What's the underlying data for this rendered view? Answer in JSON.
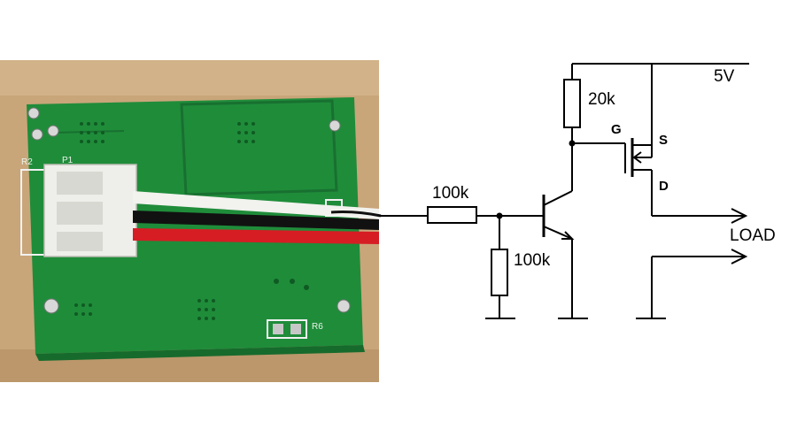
{
  "photo": {
    "silkscreen": {
      "r2": "R2",
      "p1": "P1",
      "r6": "R6"
    },
    "colors": {
      "board": "#1f8c3a",
      "board_dark": "#187030",
      "wood": "#c9a57a",
      "wire_white": "#f2f2ee",
      "wire_black": "#111111",
      "wire_red": "#d61d24"
    }
  },
  "schematic": {
    "supply_label": "5V",
    "r_base_label": "100k",
    "r_pulldown_label": "100k",
    "r_gate_label": "20k",
    "mosfet": {
      "gate": "G",
      "source": "S",
      "drain": "D"
    },
    "load_label": "LOAD"
  }
}
